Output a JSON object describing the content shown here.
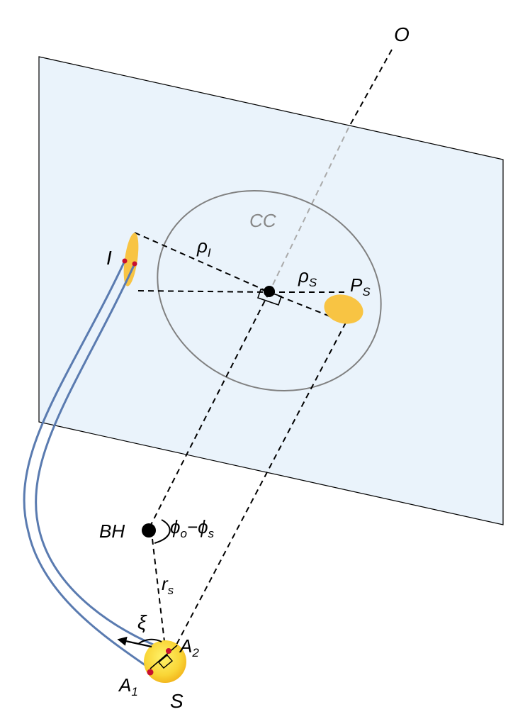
{
  "labels": {
    "observer": "O",
    "caustic_circle": "CC",
    "image": "I",
    "rho_image": "ρ",
    "rho_image_sub": "I",
    "rho_source": "ρ",
    "rho_source_sub": "S",
    "projected_source": "P",
    "projected_source_sub": "S",
    "black_hole": "BH",
    "angle": "ϕ",
    "angle_o_sub": "o",
    "angle_dash": "−ϕ",
    "angle_s_sub": "s",
    "radius": "r",
    "radius_sub": "s",
    "xi": "ξ",
    "a1": "A",
    "a1_sub": "1",
    "a2": "A",
    "a2_sub": "2",
    "source": "S"
  },
  "colors": {
    "plane_fill": "#eaf3fb",
    "ring": "#808080",
    "image_fill": "#f8c443",
    "source_fill": "#f9d536",
    "ray": "#5a7bb0",
    "endpoint": "#c8102e"
  }
}
